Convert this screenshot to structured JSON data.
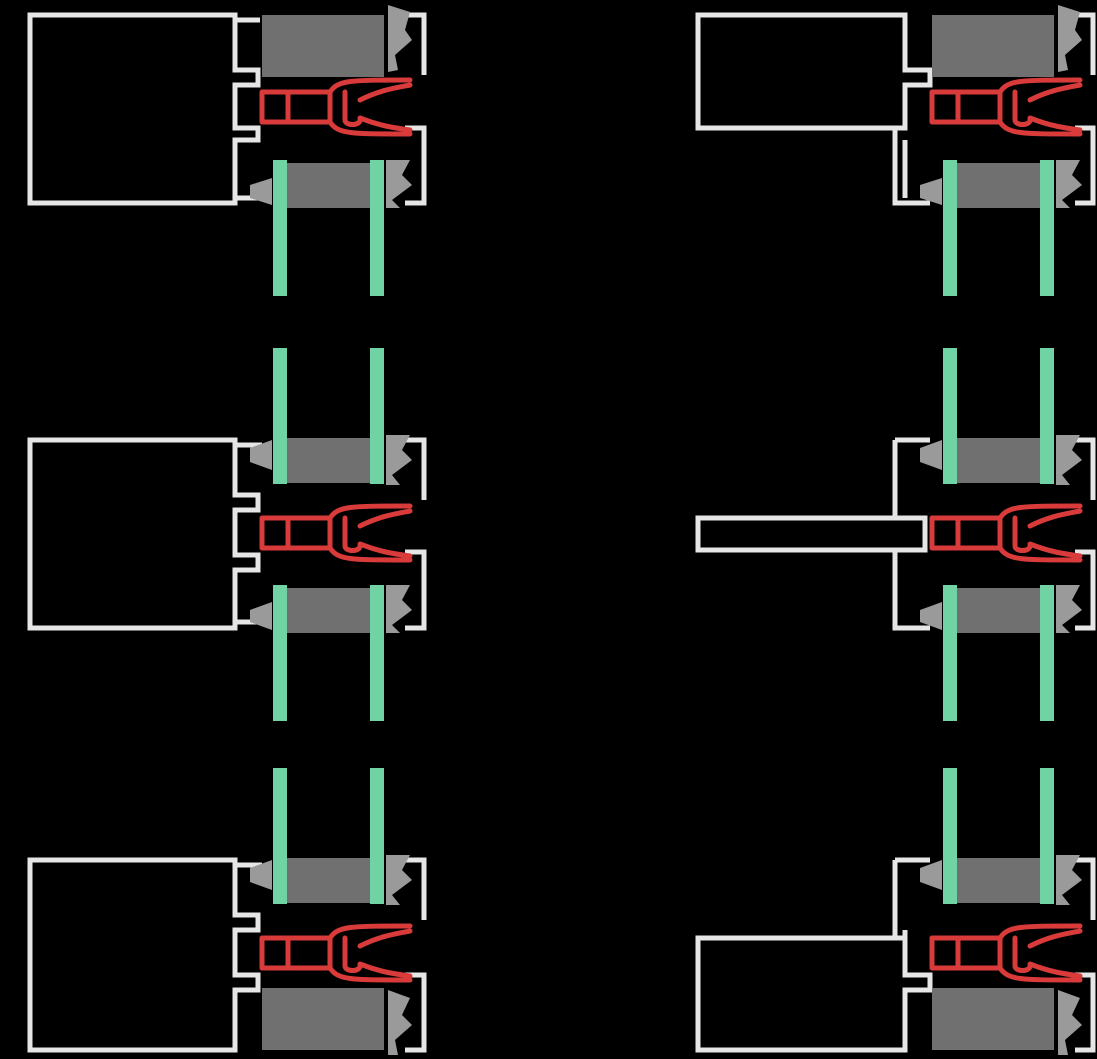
{
  "colors": {
    "background": "#000000",
    "frame": "#e6e6e6",
    "panel": "#707070",
    "glass": "#6fd3a3",
    "thermal_break": "#d93a3a",
    "seal": "#9a9a9a"
  },
  "details": [
    {
      "name": "detail-top-left",
      "variant": "box-beam-top",
      "has_upper_glass_extension": false,
      "lower_panel": "glass"
    },
    {
      "name": "detail-top-right",
      "variant": "stepped-top",
      "has_upper_glass_extension": false,
      "lower_panel": "glass"
    },
    {
      "name": "detail-middle-left",
      "variant": "box-beam-middle",
      "has_upper_glass_extension": true,
      "lower_panel": "glass"
    },
    {
      "name": "detail-middle-right",
      "variant": "flat-bar-middle",
      "has_upper_glass_extension": true,
      "lower_panel": "glass"
    },
    {
      "name": "detail-bottom-left",
      "variant": "box-beam-bottom",
      "has_upper_glass_extension": true,
      "lower_panel": "solid"
    },
    {
      "name": "detail-bottom-right",
      "variant": "stepped-bottom",
      "has_upper_glass_extension": true,
      "lower_panel": "solid"
    }
  ]
}
